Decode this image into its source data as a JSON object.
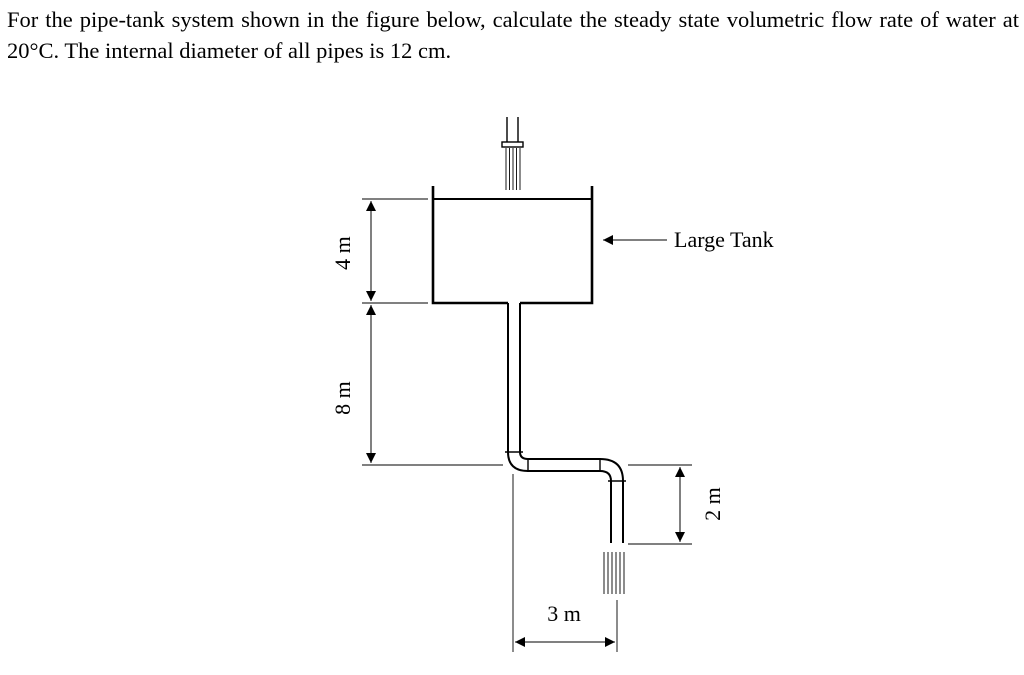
{
  "problem": {
    "text": "For the pipe-tank system shown in the figure below, calculate the steady state volumetric flow rate of water at 20°C. The internal diameter of all pipes is 12 cm."
  },
  "diagram": {
    "tank_label": "Large Tank",
    "dimensions": {
      "tank_height": "4 m",
      "vertical_pipe": "8 m",
      "outlet_drop": "2 m",
      "horizontal_run": "3 m"
    }
  }
}
